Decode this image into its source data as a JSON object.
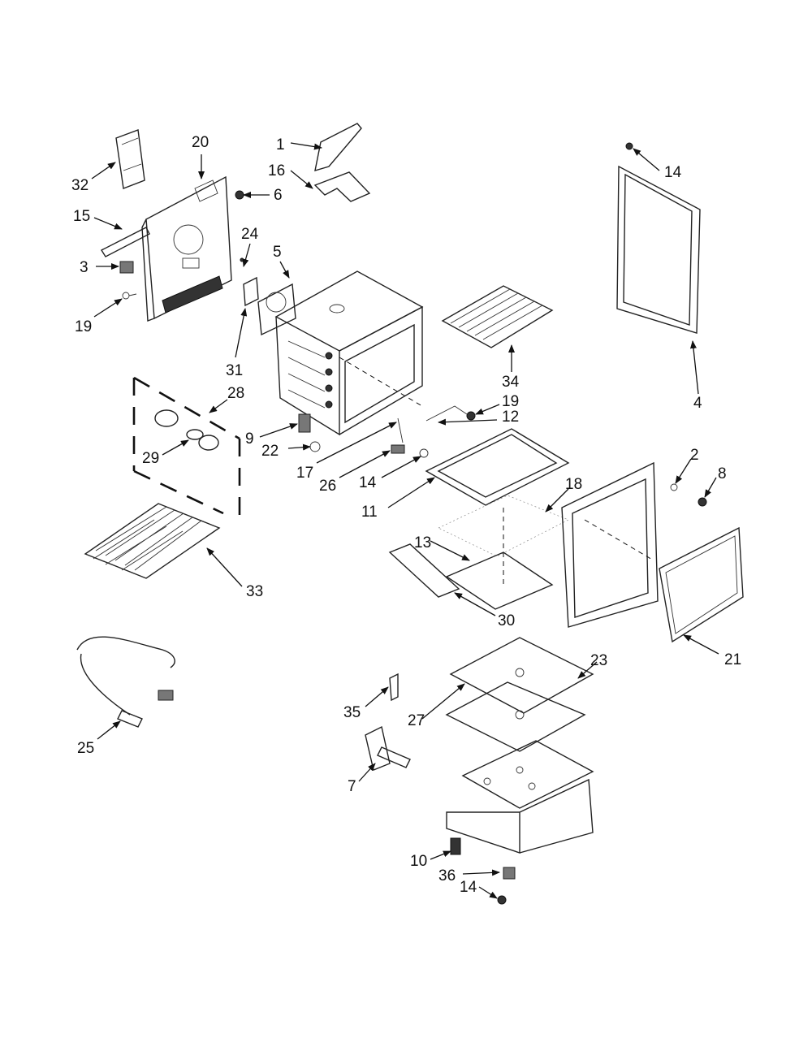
{
  "labels": [
    "1",
    "16",
    "20",
    "32",
    "15",
    "6",
    "24",
    "5",
    "3",
    "19",
    "31",
    "14",
    "34",
    "4",
    "28",
    "29",
    "9",
    "22",
    "17",
    "19",
    "12",
    "26",
    "14",
    "11",
    "2",
    "8",
    "18",
    "13",
    "30",
    "33",
    "21",
    "23",
    "27",
    "35",
    "7",
    "25",
    "10",
    "36",
    "14"
  ],
  "colors": {
    "ink": "#111111",
    "background": "#ffffff"
  }
}
